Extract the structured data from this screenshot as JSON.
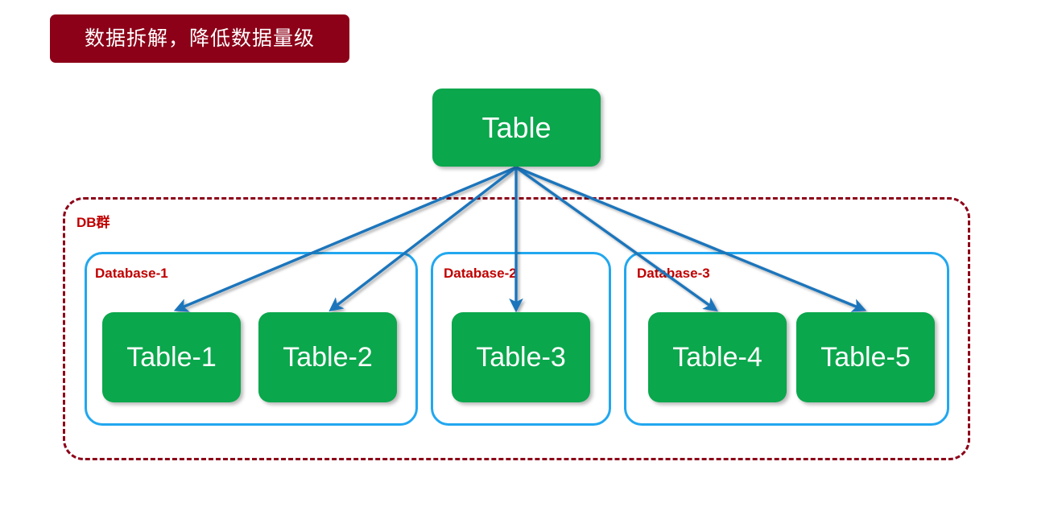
{
  "banner": {
    "text": "数据拆解，降低数据量级",
    "background_color": "#8C0018",
    "text_color": "#FFFFFF"
  },
  "diagram": {
    "root_node": {
      "label": "Table",
      "fill_color": "#0AA74C",
      "text_color": "#FFFFFF"
    },
    "group": {
      "label": "DB群",
      "border_color": "#8C0018",
      "border_style": "dashed",
      "label_color": "#C00000"
    },
    "databases": [
      {
        "label": "Database-1",
        "border_color": "#22A7EF",
        "label_color": "#C00000",
        "tables": [
          {
            "label": "Table-1"
          },
          {
            "label": "Table-2"
          }
        ]
      },
      {
        "label": "Database-2",
        "border_color": "#22A7EF",
        "label_color": "#C00000",
        "tables": [
          {
            "label": "Table-3"
          }
        ]
      },
      {
        "label": "Database-3",
        "border_color": "#22A7EF",
        "label_color": "#C00000",
        "tables": [
          {
            "label": "Table-4"
          },
          {
            "label": "Table-5"
          }
        ]
      }
    ],
    "connectors": {
      "color": "#1B75BB",
      "style": "solid-arrow",
      "source": "Table",
      "targets": [
        "Table-1",
        "Table-2",
        "Table-3",
        "Table-4",
        "Table-5"
      ]
    }
  }
}
